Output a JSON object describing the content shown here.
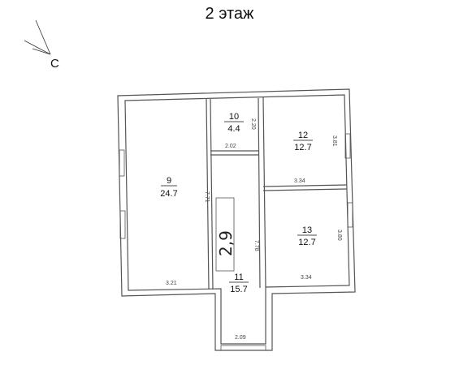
{
  "header": {
    "title": "2 этаж"
  },
  "compass": {
    "label": "С"
  },
  "rooms": [
    {
      "number": "9",
      "area": "24.7"
    },
    {
      "number": "10",
      "area": "4.4"
    },
    {
      "number": "12",
      "area": "12.7"
    },
    {
      "number": "13",
      "area": "12.7"
    },
    {
      "number": "11",
      "area": "15.7"
    }
  ],
  "dimensions": {
    "room9_height": "7.71",
    "room9_width": "3.21",
    "room10_height": "2.20",
    "room10_width": "2.02",
    "room12_height": "3.81",
    "room12_width": "3.34",
    "room13_height": "3.80",
    "room13_width": "3.34",
    "room11_height": "7.78",
    "room11_width": "2.09"
  },
  "annotation": {
    "handwritten": "2,9"
  },
  "colors": {
    "wall": "#555555",
    "text": "#111111",
    "dim": "#444444"
  }
}
